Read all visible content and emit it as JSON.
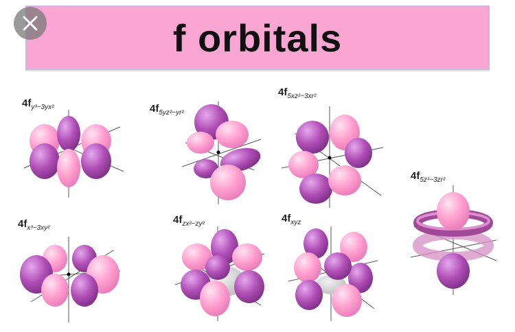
{
  "banner": {
    "title": "f orbitals"
  },
  "colors": {
    "pink": "#f9a6d3",
    "magenta": "#b04fb6",
    "light_pink": "#ffb3d6"
  },
  "close_button": {
    "icon": "close-icon"
  },
  "orbitals": [
    {
      "prefix": "4f",
      "sub": "y³−3yx²"
    },
    {
      "prefix": "4f",
      "sub": "5yz²−yr²"
    },
    {
      "prefix": "4f",
      "sub": "5xz²−3xr²"
    },
    {
      "prefix": "4f",
      "sub": "x³−3xy²"
    },
    {
      "prefix": "4f",
      "sub": "zx²−zy²"
    },
    {
      "prefix": "4f",
      "sub": "xyz"
    },
    {
      "prefix": "4f",
      "sub": "5z³−3zr²"
    }
  ]
}
